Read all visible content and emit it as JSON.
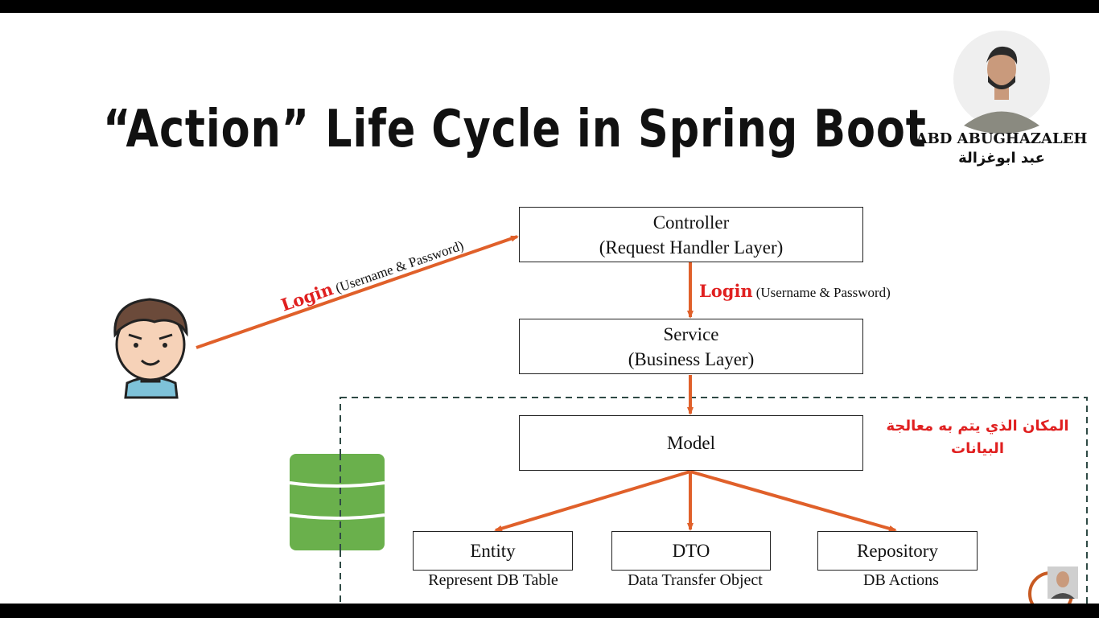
{
  "slide": {
    "title": "“Action” Life Cycle in Spring Boot",
    "author_name": "ABD ABUGHAZALEH",
    "author_name_ar": "عبد ابوغزالة"
  },
  "diagram": {
    "controller": {
      "title": "Controller",
      "subtitle": "(Request Handler Layer)"
    },
    "service": {
      "title": "Service",
      "subtitle": "(Business Layer)"
    },
    "model": {
      "title": "Model"
    },
    "entity": {
      "title": "Entity",
      "caption": "Represent DB Table"
    },
    "dto": {
      "title": "DTO",
      "caption": "Data Transfer Object"
    },
    "repository": {
      "title": "Repository",
      "caption": "DB Actions"
    },
    "user_to_controller_label": {
      "word": "Login",
      "detail": "(Username & Password)"
    },
    "controller_to_service_label": {
      "word": "Login",
      "detail": "(Username & Password)"
    },
    "data_processing_note": "المكان الذي يتم به معالجة البيانات"
  },
  "colors": {
    "arrow": "#e0602a",
    "login_text": "#e02020",
    "database": "#6ab04c",
    "dashed_border": "#2f4a45"
  },
  "icons": [
    "user-avatar-icon",
    "database-icon",
    "presenter-photo",
    "presenter-thumbnail"
  ]
}
